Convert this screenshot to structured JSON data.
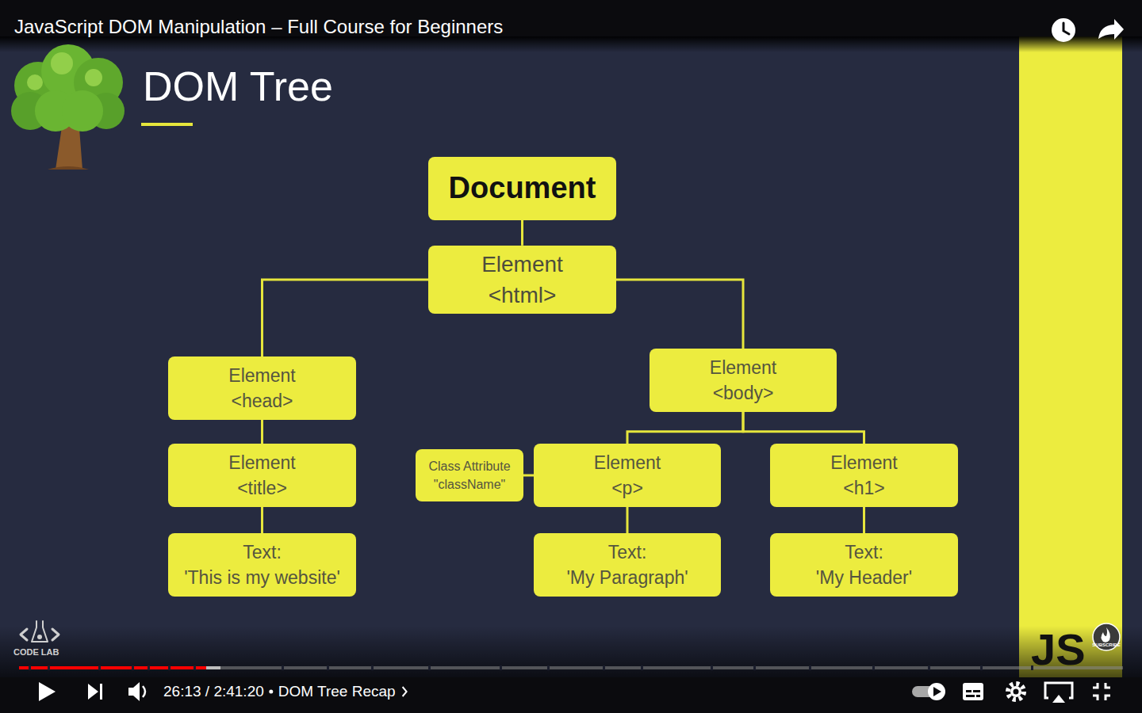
{
  "diagram": {
    "title": "DOM Tree",
    "nodes": [
      {
        "text": [
          "Document"
        ]
      },
      {
        "text": [
          "Element",
          "<html>"
        ]
      },
      {
        "text": [
          "Element",
          "<head>"
        ]
      },
      {
        "text": [
          "Element",
          "<body>"
        ]
      },
      {
        "text": [
          "Element",
          "<title>"
        ]
      },
      {
        "text": [
          "Class Attribute",
          "\"className\""
        ]
      },
      {
        "text": [
          "Element",
          "<p>"
        ]
      },
      {
        "text": [
          "Element",
          "<h1>"
        ]
      },
      {
        "text": [
          "Text:",
          "'This is my website'"
        ]
      },
      {
        "text": [
          "Text:",
          "'My Paragraph'"
        ]
      },
      {
        "text": [
          "Text:",
          "'My Header'"
        ]
      }
    ],
    "edges": [
      {
        "from": 0,
        "to": 1,
        "arrow": "none"
      },
      {
        "from": 1,
        "to": 2,
        "arrow": "none"
      },
      {
        "from": 1,
        "to": 3,
        "arrow": "none"
      },
      {
        "from": 2,
        "to": 4,
        "arrow": "none"
      },
      {
        "from": 4,
        "to": 8,
        "arrow": "none"
      },
      {
        "from": 3,
        "to": 6,
        "arrow": "none"
      },
      {
        "from": 3,
        "to": 7,
        "arrow": "none"
      },
      {
        "from": 5,
        "to": 6,
        "arrow": "none"
      },
      {
        "from": 6,
        "to": 9,
        "arrow": "none"
      },
      {
        "from": 7,
        "to": 10,
        "arrow": "none"
      }
    ],
    "labels": [
      "JavaScript DOM Manipulation – Full Course for Beginners",
      "CODE LAB",
      "JS",
      "SUBSCRIBE",
      "26:13 / 2:41:20",
      "DOM Tree Recap"
    ]
  }
}
